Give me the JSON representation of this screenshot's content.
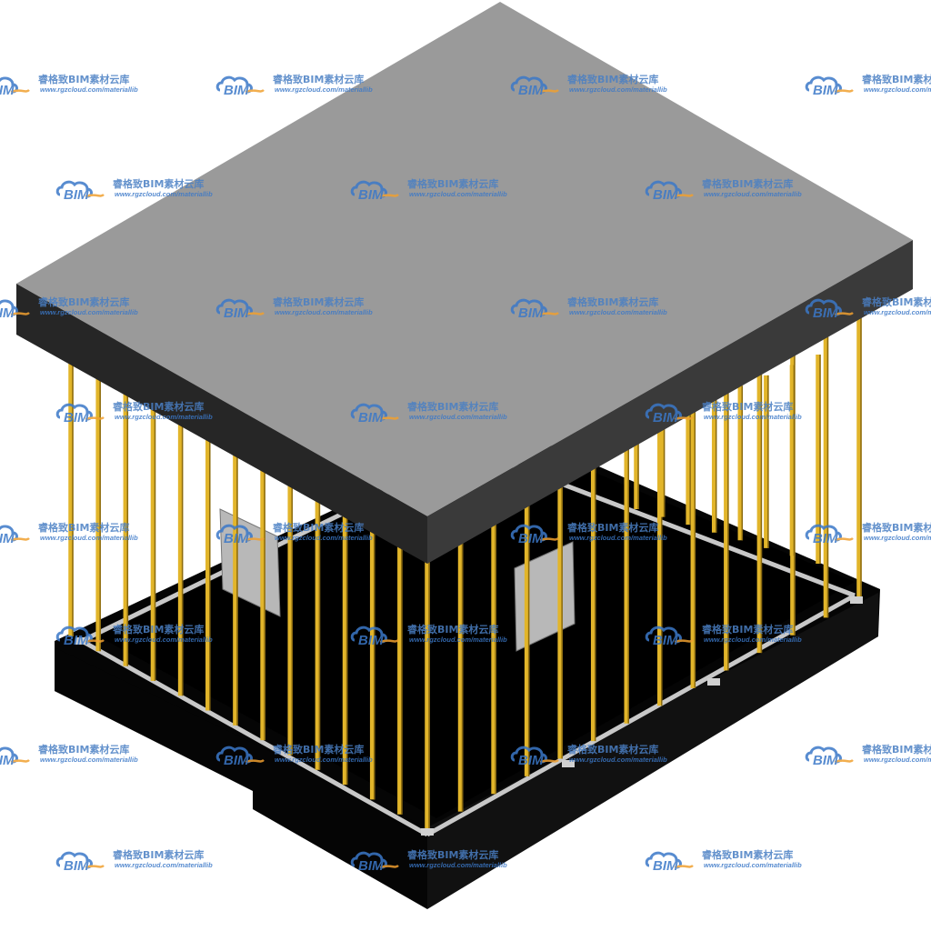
{
  "watermark": {
    "logo_text": "BIM",
    "brand_text": "睿格致BIM素材云库",
    "url_text": "www.rgzcloud.com/materiallib",
    "logo_color": "#3b78c8",
    "brand_color": "#4a7fc4",
    "accent_color": "#f0a030"
  },
  "model": {
    "slab_top_color": "#9a9a9a",
    "slab_side_color": "#2a2a2a",
    "post_color": "#e2b52a",
    "base_color": "#050505",
    "panel_color": "#b8b8b8",
    "rail_color": "#c8c8c8"
  }
}
